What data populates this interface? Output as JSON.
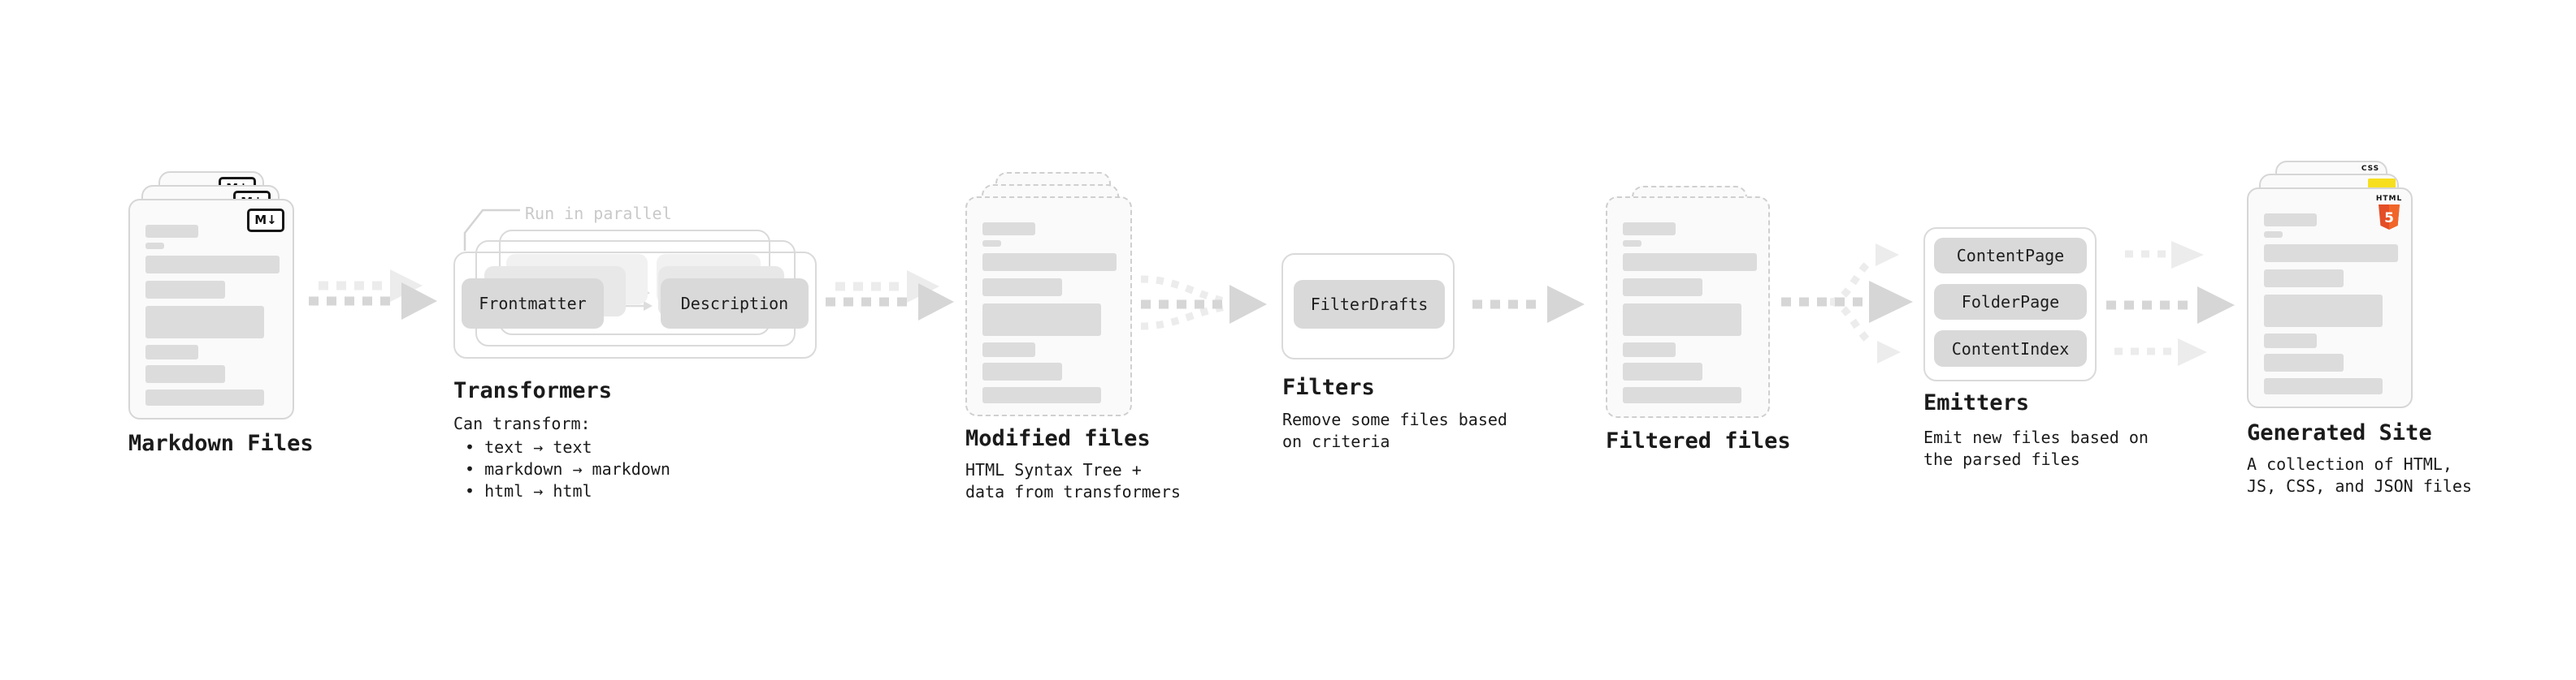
{
  "colors": {
    "bg": "#ffffff",
    "text": "#1b1b1b",
    "muted_text": "#c9c9c9",
    "card_bg": "#fafafa",
    "card_border": "#d6d6d6",
    "card_border_dashed": "#cfcfcf",
    "bar": "#dcdcdc",
    "group_border": "#dadada",
    "button_bg": "#d9d9d9",
    "button_ghost_1": "#e8e8e8",
    "button_ghost_2": "#f1f1f1",
    "arrow_dark": "#d6d6d6",
    "arrow_light": "#ececec",
    "connector": "#d4d4d4",
    "mini_arrow": "#dddddd",
    "badge_border": "#161616",
    "html5_orange": "#e44d26",
    "html5_orange_light": "#f16529",
    "css_blue": "#2b63f6",
    "js_yellow": "#f7df1e"
  },
  "stages": {
    "markdown_files": {
      "label": "Markdown Files",
      "badge": "M↓"
    },
    "transformers": {
      "label": "Transformers",
      "annotation": "Run in parallel",
      "node_left": "Frontmatter",
      "node_right": "Description",
      "desc_title": "Can transform:",
      "bullets": [
        "• text → text",
        "• markdown → markdown",
        "• html → html"
      ]
    },
    "modified_files": {
      "label": "Modified files",
      "description": "HTML Syntax Tree +\ndata from transformers"
    },
    "filters": {
      "label": "Filters",
      "node": "FilterDrafts",
      "description": "Remove some files based\non criteria"
    },
    "filtered_files": {
      "label": "Filtered files"
    },
    "emitters": {
      "label": "Emitters",
      "nodes": [
        "ContentPage",
        "FolderPage",
        "ContentIndex"
      ],
      "description": "Emit new files based on\nthe parsed files"
    },
    "generated_site": {
      "label": "Generated Site",
      "description": "A collection of HTML,\nJS, CSS, and JSON files",
      "css_badge": "CSS",
      "html5_word": "HTML",
      "html5_numeral": "5"
    }
  }
}
